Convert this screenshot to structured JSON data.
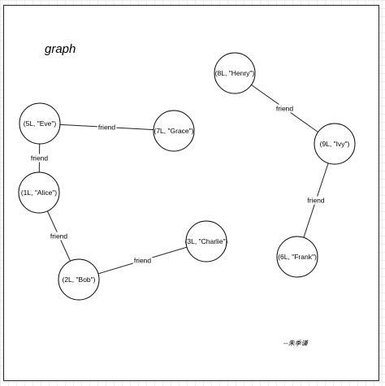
{
  "diagram": {
    "title": "graph",
    "author": "--朱季谦",
    "nodes": [
      {
        "id": "n5",
        "label": "(5L, \"Eve\")"
      },
      {
        "id": "n7",
        "label": "(7L, \"Grace\")"
      },
      {
        "id": "n1",
        "label": "(1L, \"Alice\")"
      },
      {
        "id": "n2",
        "label": "(2L, \"Bob\")"
      },
      {
        "id": "n3",
        "label": "(3L, \"Charlie\")"
      },
      {
        "id": "n8",
        "label": "(8L, \"Henry\")"
      },
      {
        "id": "n9",
        "label": "(9L, \"Ivy\")"
      },
      {
        "id": "n6",
        "label": "(6L, \"Frank\")"
      }
    ],
    "edges": [
      {
        "from": "n5",
        "to": "n7",
        "label": "friend"
      },
      {
        "from": "n5",
        "to": "n1",
        "label": "friend"
      },
      {
        "from": "n1",
        "to": "n2",
        "label": "friend"
      },
      {
        "from": "n2",
        "to": "n3",
        "label": "friend"
      },
      {
        "from": "n8",
        "to": "n9",
        "label": "friend"
      },
      {
        "from": "n9",
        "to": "n6",
        "label": "friend"
      }
    ]
  }
}
